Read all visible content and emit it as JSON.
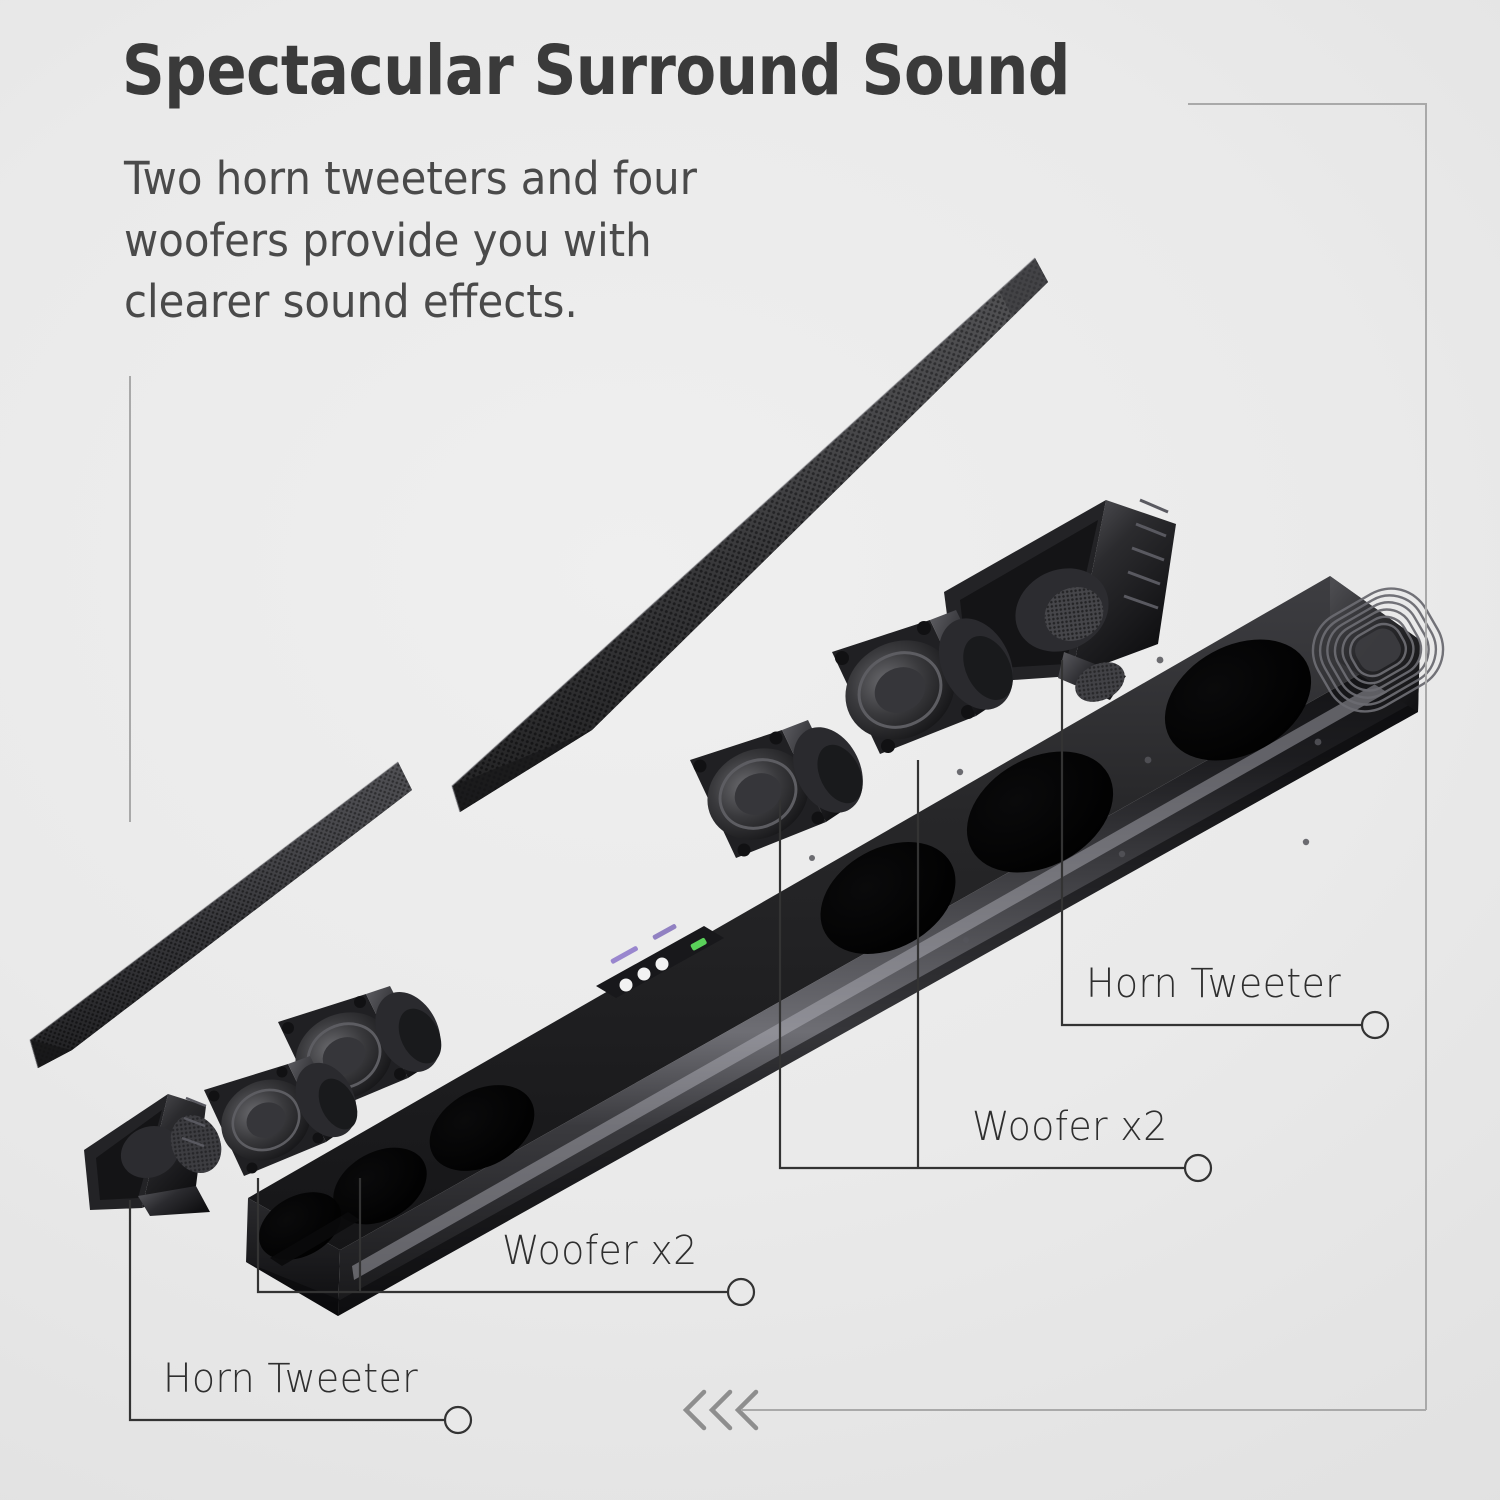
{
  "page": {
    "background_color": "#e9e9e9",
    "line_color": "#3c3c3c",
    "frame_color": "#a9a9a9",
    "text_color": "#3a3a3a"
  },
  "header": {
    "title": "Spectacular Surround Sound",
    "subtitle": "Two horn tweeters and four\nwoofers provide you with\nclearer sound effects."
  },
  "callouts": [
    {
      "id": "horn-tweeter-right",
      "label": "Horn Tweeter"
    },
    {
      "id": "woofer-right",
      "label": "Woofer x2"
    },
    {
      "id": "woofer-left",
      "label": "Woofer x2"
    },
    {
      "id": "horn-tweeter-left",
      "label": "Horn Tweeter"
    }
  ],
  "decor": {
    "chevrons": "<<<",
    "chevron_count": 3
  },
  "product": {
    "name": "soundbar",
    "parts": [
      "grille-panel-top",
      "grille-panel-bottom",
      "horn-tweeter",
      "woofer",
      "woofer",
      "woofer",
      "woofer",
      "horn-tweeter",
      "soundbar-chassis",
      "side-firing-driver-endcap",
      "led-control-panel"
    ],
    "body_color": "#1b1b1b",
    "led_indicator_color": "#5ad15a"
  }
}
